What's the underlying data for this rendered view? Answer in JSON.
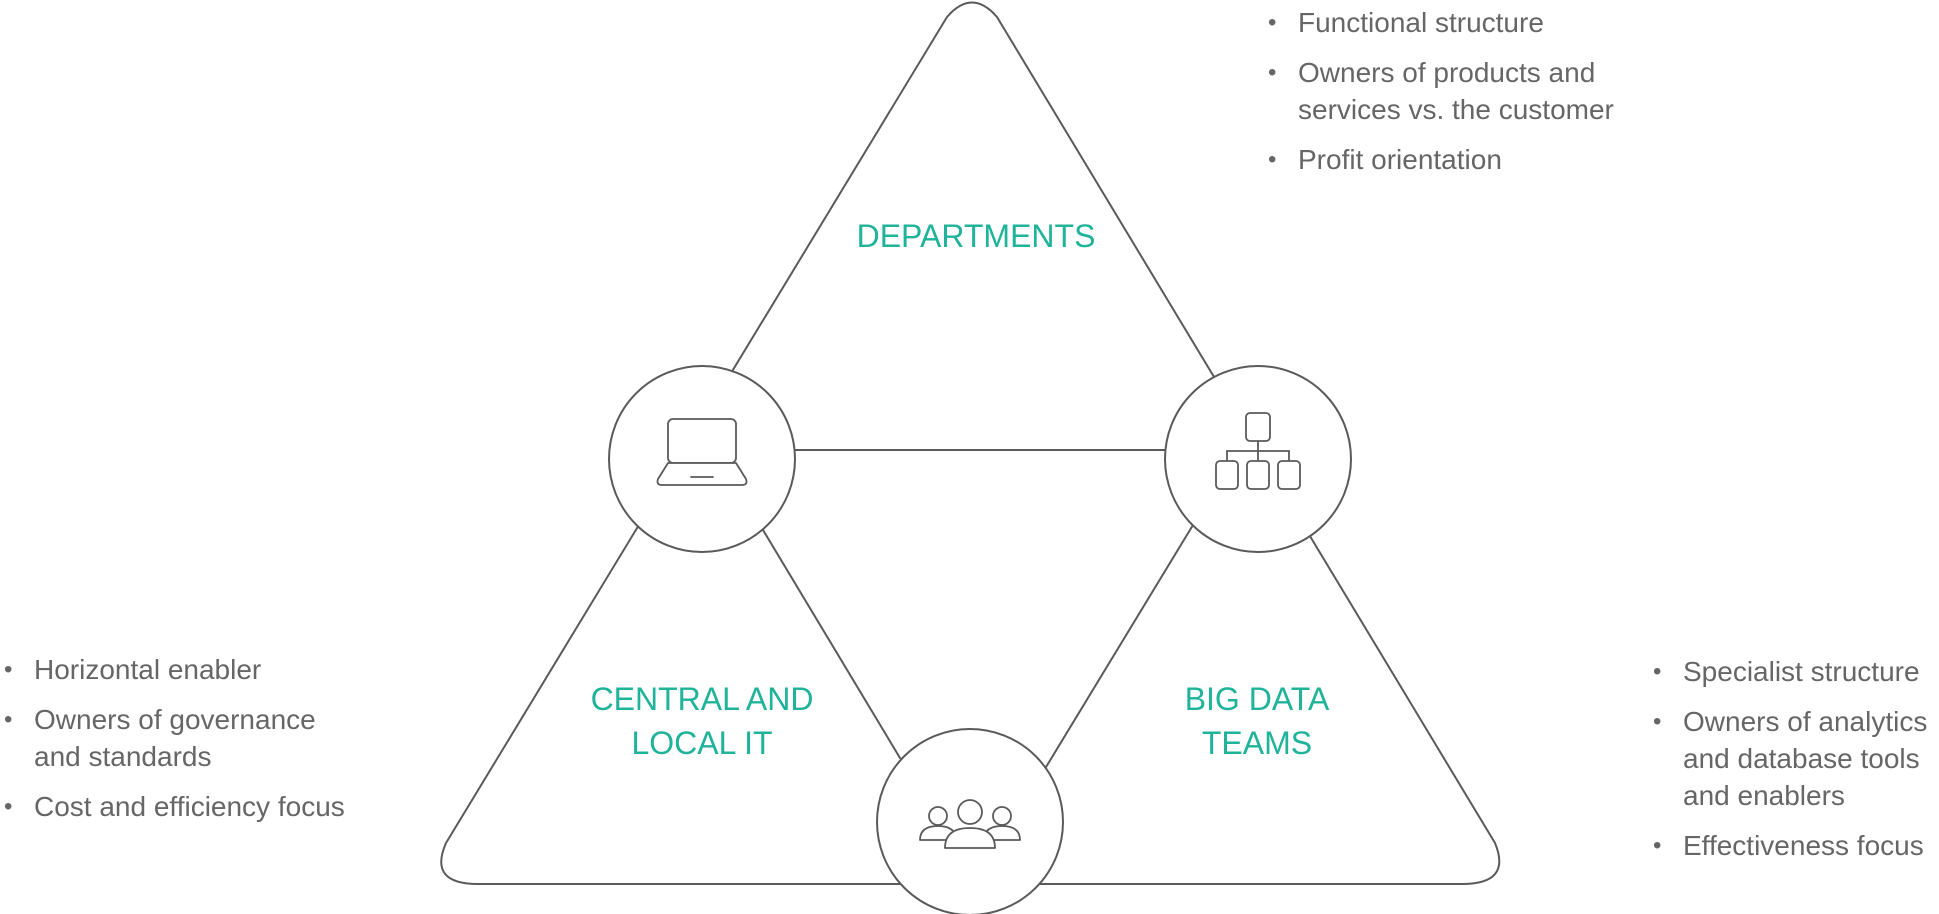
{
  "regions": {
    "departments": "DEPARTMENTS",
    "central_it_line1": "CENTRAL AND",
    "central_it_line2": "LOCAL IT",
    "big_data_line1": "BIG DATA",
    "big_data_line2": "TEAMS"
  },
  "icons": {
    "left_node": "laptop-icon",
    "right_node": "org-chart-icon",
    "bottom_node": "people-group-icon"
  },
  "bullets": {
    "departments": [
      "Functional structure",
      "Owners of products and services vs. the customer",
      "Profit orientation"
    ],
    "central_it": [
      "Horizontal enabler",
      "Owners of governance and standards",
      "Cost and efficiency focus"
    ],
    "big_data": [
      "Specialist structure",
      "Owners of analytics and database tools and enablers",
      "Effectiveness focus"
    ]
  },
  "colors": {
    "label_accent": "#1fb39a",
    "line": "#5a5a5a",
    "bullet_text": "#666666"
  }
}
